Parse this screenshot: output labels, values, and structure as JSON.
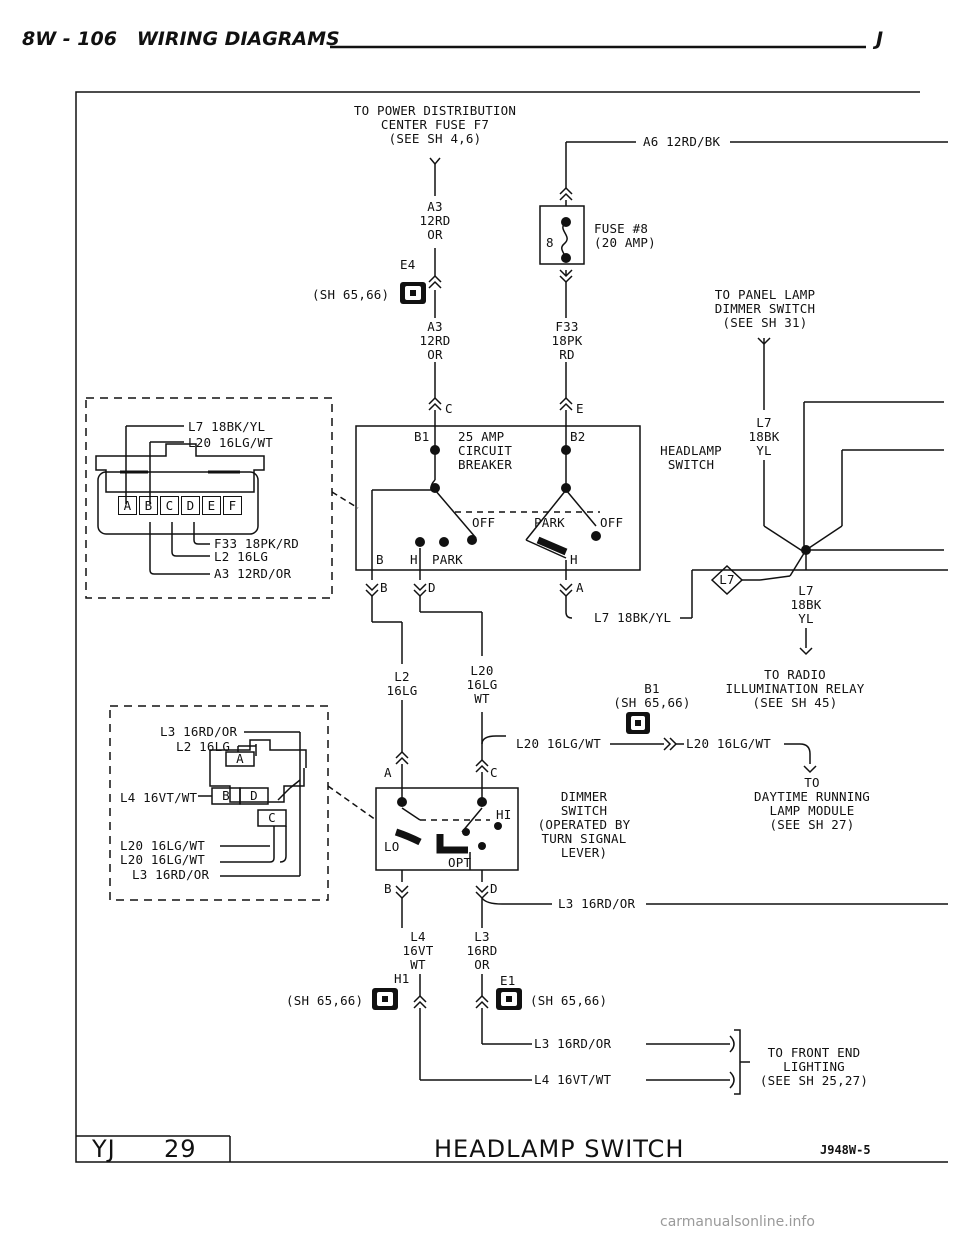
{
  "header": {
    "page": "8W - 106",
    "section": "WIRING DIAGRAMS",
    "letter": "J"
  },
  "labels": {
    "power_src": "TO POWER DISTRIBUTION\nCENTER FUSE F7\n(SEE SH 4,6)",
    "a6": "A6 12RD/BK",
    "a3_top": "A3\n12RD\nOR",
    "e4": "E4",
    "sh_e4": "(SH 65,66)",
    "a3_bot": "A3\n12RD\nOR",
    "fuse": "FUSE #8\n(20 AMP)",
    "fuse_num": "8",
    "f33": "F33\n18PK\nRD",
    "panel_lamp": "TO PANEL LAMP\nDIMMER SWITCH\n(SEE SH 31)",
    "conn_c_top": "C",
    "conn_e_top": "E",
    "b1": "B1",
    "b2": "B2",
    "breaker": "25 AMP\nCIRCUIT\nBREAKER",
    "headlamp_switch": "HEADLAMP\nSWITCH",
    "off1": "OFF",
    "park1": "PARK",
    "off2": "OFF",
    "b_term": "B",
    "h_term": "H",
    "park2": "PARK",
    "h_term2": "H",
    "l7_right_a": "L7\n18BK\nYL",
    "l7_right_b": "L7\n18BK\nYL",
    "l7_diamond": "L7",
    "conn_b": "B",
    "conn_d": "D",
    "conn_a": "A",
    "l7_bottom": "L7 18BK/YL",
    "l2": "L2\n16LG",
    "l20": "L20\n16LG\nWT",
    "radio": "TO RADIO\nILLUMINATION RELAY\n(SEE SH 45)",
    "b1_ground": "B1\n(SH 65,66)",
    "l20_wire": "L20 16LG/WT",
    "l20_wire2": "L20 16LG/WT",
    "drl": "TO\nDAYTIME RUNNING\nLAMP MODULE\n(SEE SH 27)",
    "dim_a": "A",
    "dim_c": "C",
    "hi": "HI",
    "lo": "LO",
    "opt": "OPT",
    "dimmer": "DIMMER\nSWITCH\n(OPERATED BY\nTURN SIGNAL\nLEVER)",
    "dim_b": "B",
    "dim_d": "D",
    "l3_right": "L3 16RD/OR",
    "l4": "L4\n16VT\nWT",
    "l3": "L3\n16RD\nOR",
    "h1": "H1",
    "e1": "E1",
    "sh_h1": "(SH 65,66)",
    "sh_e1": "(SH 65,66)",
    "l3_front": "L3 16RD/OR",
    "l4_front": "L4 16VT/WT",
    "front_end": "TO FRONT END\nLIGHTING\n(SEE SH 25,27)"
  },
  "connector1": {
    "wires": [
      "L7 18BK/YL",
      "L20 16LG/WT",
      "F33 18PK/RD",
      "L2 16LG",
      "A3 12RD/OR"
    ],
    "pins": [
      "A",
      "B",
      "C",
      "D",
      "E",
      "F"
    ]
  },
  "connector2": {
    "wires": [
      "L3 16RD/OR",
      "L2 16LG",
      "L4 16VT/WT",
      "L20 16LG/WT",
      "L20 16LG/WT",
      "L3 16RD/OR"
    ],
    "pins": [
      "A",
      "B",
      "D",
      "C"
    ]
  },
  "footer": {
    "model": "YJ",
    "code": "29",
    "title": "HEADLAMP SWITCH",
    "ref": "J948W-5",
    "watermark": "carmanualsonline.info"
  }
}
